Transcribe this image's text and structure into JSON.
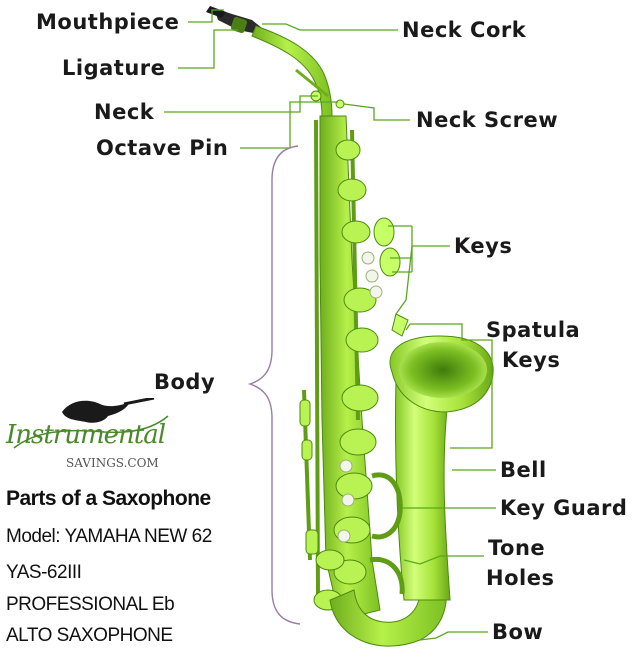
{
  "labels": {
    "mouthpiece": "Mouthpiece",
    "ligature": "Ligature",
    "neck": "Neck",
    "octave_pin": "Octave Pin",
    "neck_cork": "Neck Cork",
    "neck_screw": "Neck Screw",
    "keys": "Keys",
    "spatula_keys_line1": "Spatula",
    "spatula_keys_line2": "Keys",
    "body": "Body",
    "bell": "Bell",
    "key_guard": "Key Guard",
    "tone_holes_line1": "Tone",
    "tone_holes_line2": "Holes",
    "bow": "Bow"
  },
  "logo": {
    "script": "Instrumental",
    "sub": "SAVINGS.COM"
  },
  "info": {
    "title": "Parts of a Saxophone",
    "model": "Model: YAMAHA NEW 62",
    "line3": "YAS-62III",
    "line4": "PROFESSIONAL Eb",
    "line5": "ALTO SAXOPHONE"
  },
  "colors": {
    "sax_body": "#9be22f",
    "sax_dark": "#5f9e14",
    "sax_light": "#d6ff8a",
    "leader_lines": "#5aa81c",
    "body_bracket": "#9a7aa8",
    "text": "#1a1a1a"
  }
}
